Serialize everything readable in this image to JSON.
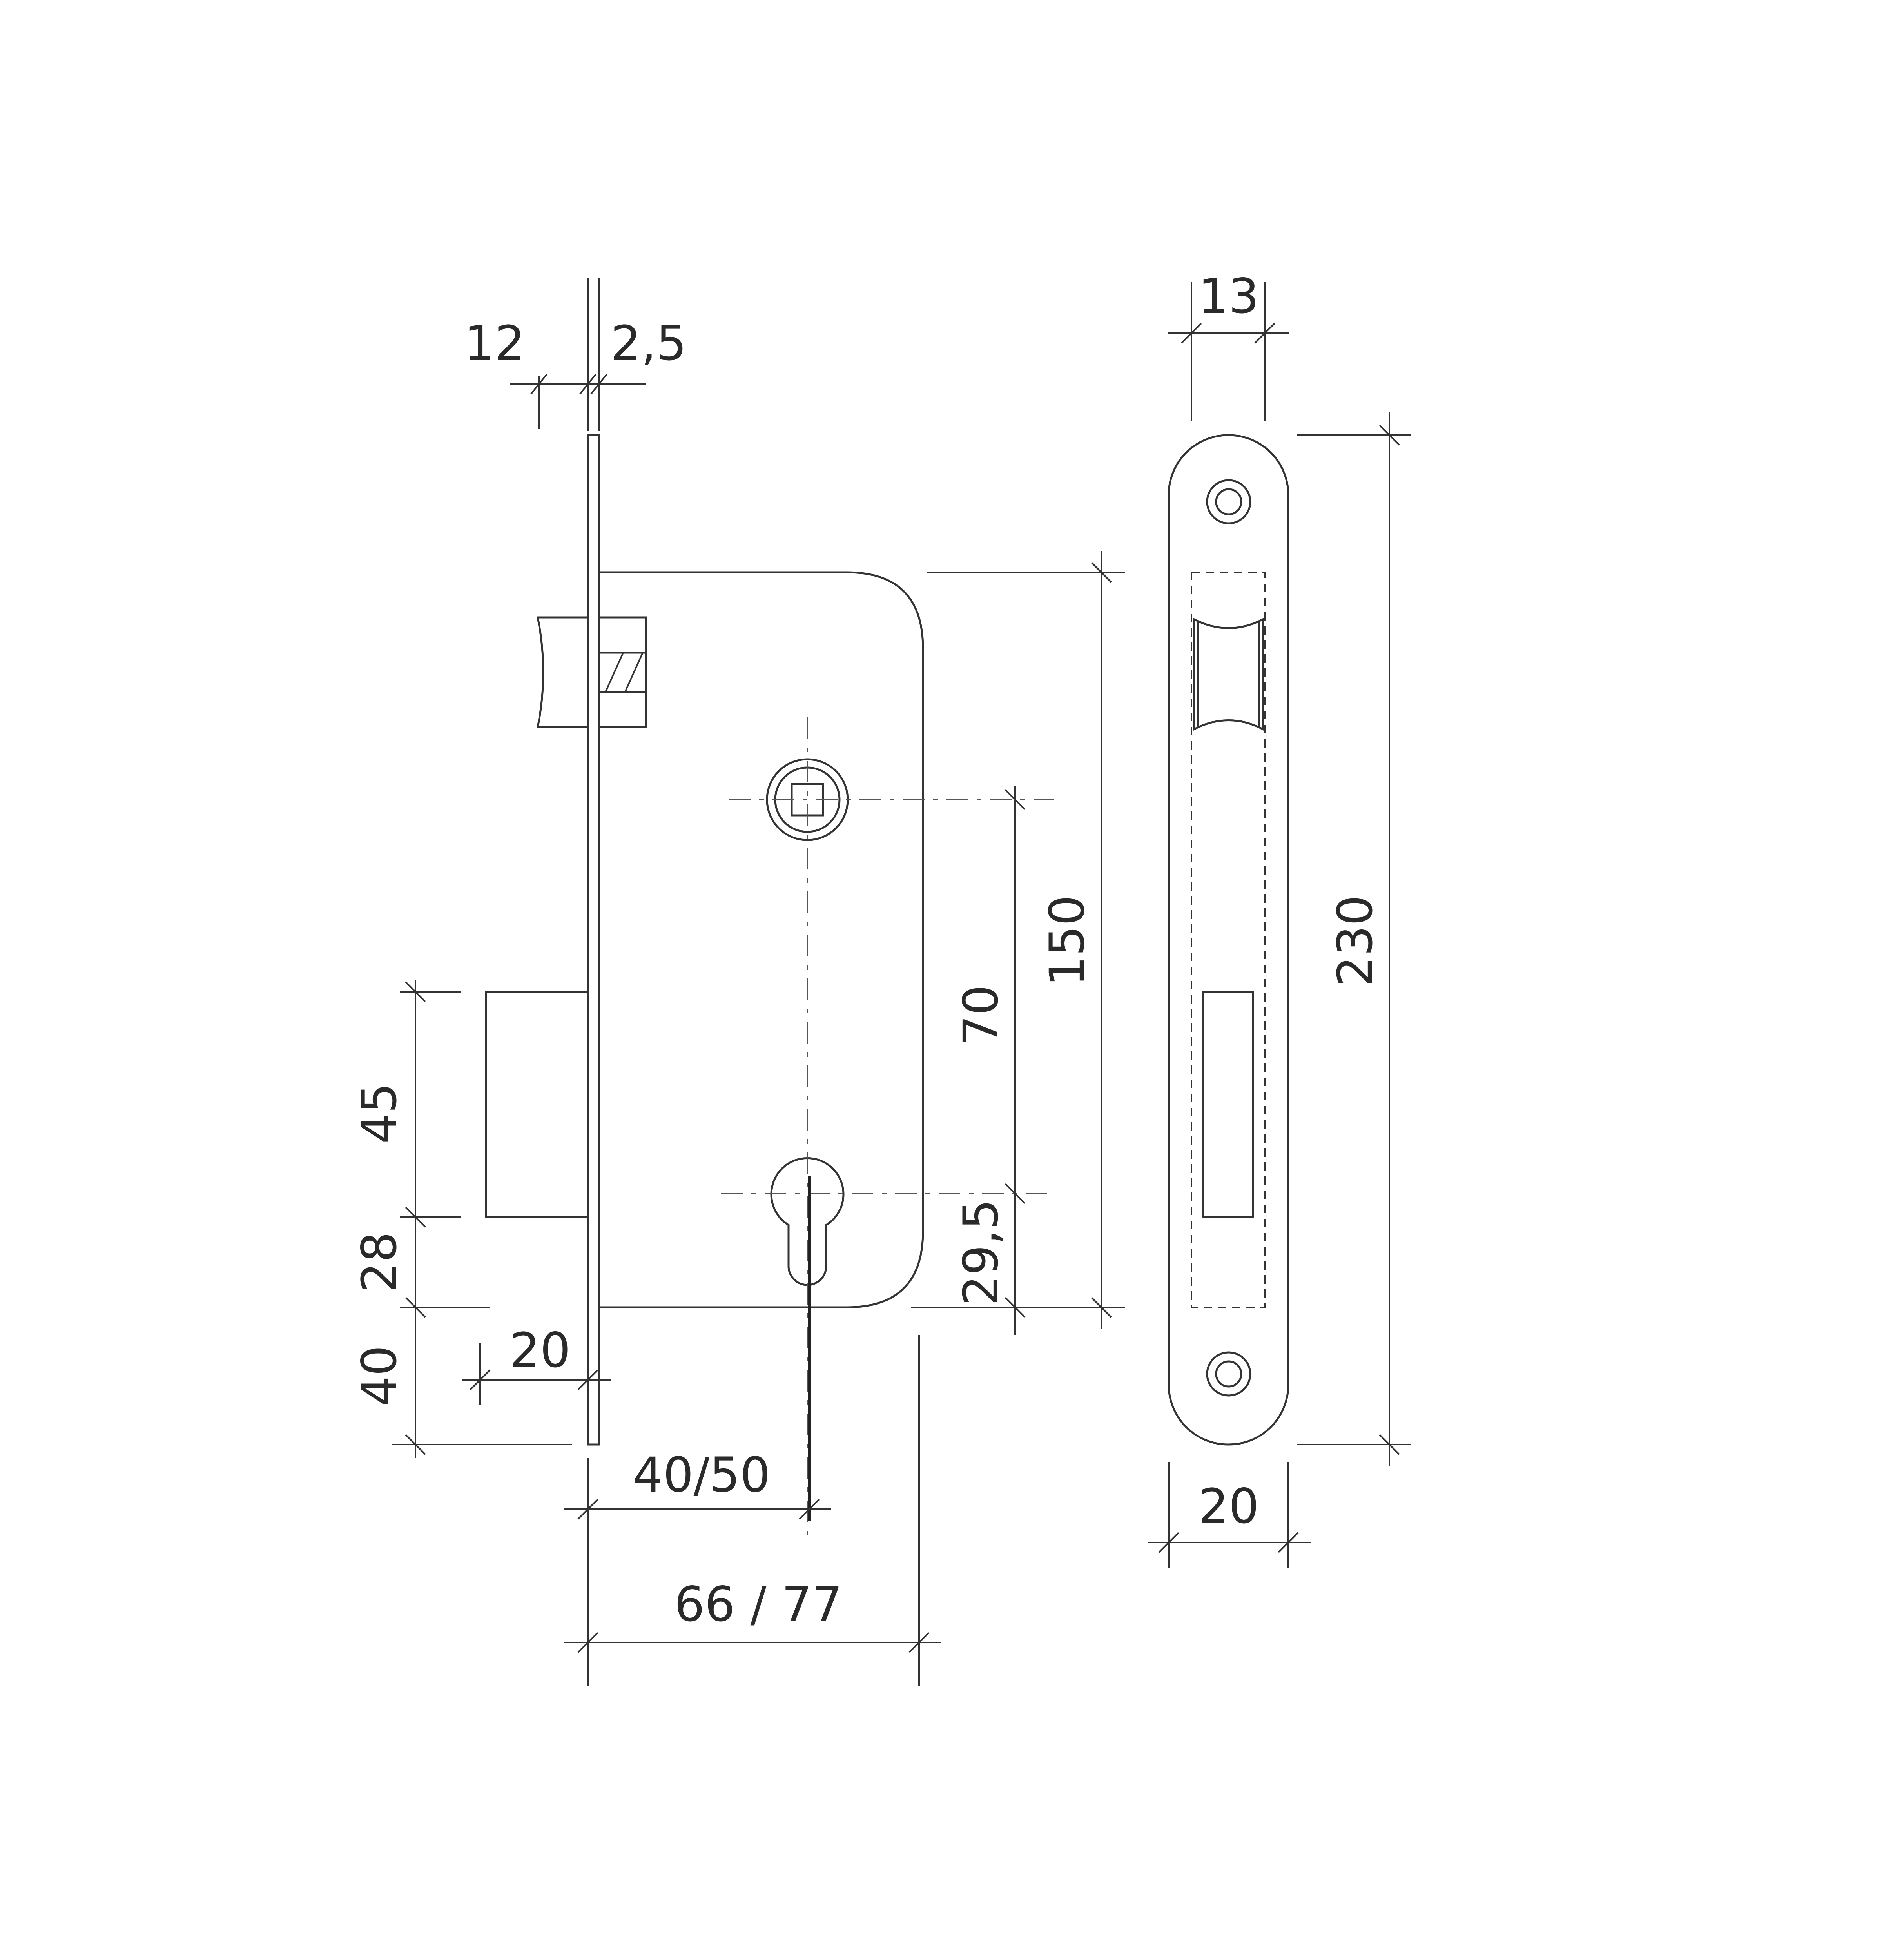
{
  "dimensions": {
    "front_thickness": "12",
    "plate_thickness": "2,5",
    "faceplate_width": "13",
    "lock_height": "150",
    "handle_key_distance": "70",
    "key_to_bottom": "29,5",
    "faceplate_length": "230",
    "deadbolt_height": "45",
    "deadbolt_gap": "28",
    "bottom_offset": "40",
    "deadbolt_projection": "20",
    "backset": "40/50",
    "case_depth": "66 / 77",
    "faceplate_bottom_width": "20"
  },
  "colors": {
    "line": "#333333",
    "background": "#ffffff"
  }
}
